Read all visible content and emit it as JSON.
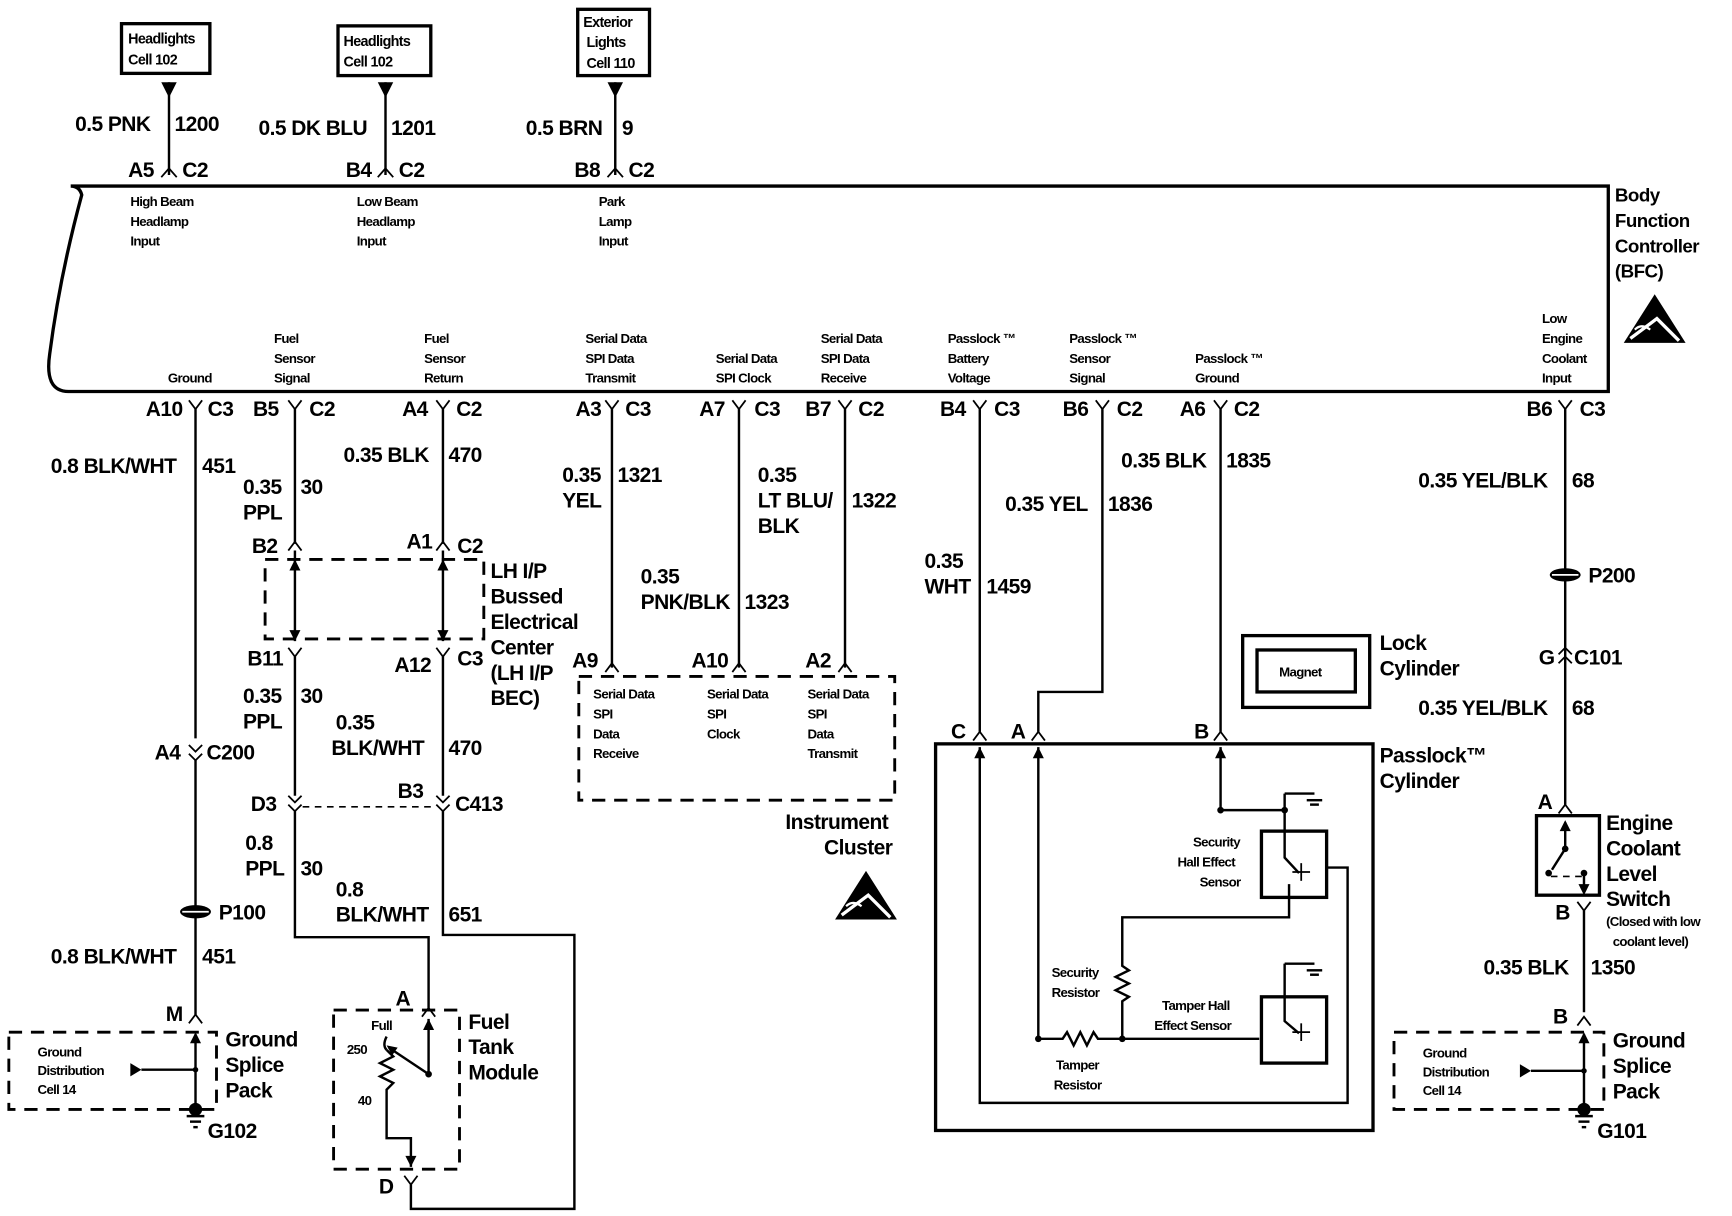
{
  "title": "Body Function Controller wiring schematic",
  "ref_boxes": [
    {
      "line1": "Headlights",
      "line2": "Cell 102"
    },
    {
      "line1": "Headlights",
      "line2": "Cell 102"
    },
    {
      "line1": "Exterior",
      "line2": "Lights",
      "line3": "Cell 110"
    }
  ],
  "top_wires": [
    {
      "gauge_color": "0.5 PNK",
      "circuit": "1200",
      "pin": "A5",
      "conn": "C2",
      "func": [
        "High Beam",
        "Headlamp",
        "Input"
      ]
    },
    {
      "gauge_color": "0.5 DK BLU",
      "circuit": "1201",
      "pin": "B4",
      "conn": "C2",
      "func": [
        "Low Beam",
        "Headlamp",
        "Input"
      ]
    },
    {
      "gauge_color": "0.5 BRN",
      "circuit": "9",
      "pin": "B8",
      "conn": "C2",
      "func": [
        "Park",
        "Lamp",
        "Input"
      ]
    }
  ],
  "bfc": {
    "name": [
      "Body",
      "Function",
      "Controller",
      "(BFC)"
    ],
    "esd_icon": "esd-warning-icon"
  },
  "bottom_pins": [
    {
      "func": [
        "Ground"
      ],
      "pin": "A10",
      "conn": "C3"
    },
    {
      "func": [
        "Fuel",
        "Sensor",
        "Signal"
      ],
      "pin": "B5",
      "conn": "C2"
    },
    {
      "func": [
        "Fuel",
        "Sensor",
        "Return"
      ],
      "pin": "A4",
      "conn": "C2"
    },
    {
      "func": [
        "Serial Data",
        "SPI Data",
        "Transmit"
      ],
      "pin": "A3",
      "conn": "C3"
    },
    {
      "func": [
        "Serial Data",
        "SPI Clock"
      ],
      "pin": "A7",
      "conn": "C3"
    },
    {
      "func": [
        "Serial Data",
        "SPI Data",
        "Receive"
      ],
      "pin": "B7",
      "conn": "C2"
    },
    {
      "func": [
        "Passlock ™",
        "Battery",
        "Voltage"
      ],
      "pin": "B4",
      "conn": "C3"
    },
    {
      "func": [
        "Passlock ™",
        "Sensor",
        "Signal"
      ],
      "pin": "B6",
      "conn": "C2"
    },
    {
      "func": [
        "Passlock ™",
        "Ground"
      ],
      "pin": "A6",
      "conn": "C2"
    },
    {
      "func": [
        "Low",
        "Engine",
        "Coolant",
        "Input"
      ],
      "pin": "B6",
      "conn": "C3"
    }
  ],
  "wires": {
    "w451a": {
      "gauge_color": "0.8 BLK/WHT",
      "circuit": "451"
    },
    "w30a": {
      "gauge": "0.35",
      "color": "PPL",
      "circuit": "30"
    },
    "w470a": {
      "gauge_color": "0.35 BLK",
      "circuit": "470"
    },
    "w1321": {
      "gauge": "0.35",
      "color": "YEL",
      "circuit": "1321"
    },
    "w1323": {
      "gauge": "0.35",
      "color": "PNK/BLK",
      "circuit": "1323"
    },
    "w1322": {
      "gauge": "0.35",
      "color1": "LT BLU/",
      "color2": "BLK",
      "circuit": "1322"
    },
    "w1459": {
      "gauge": "0.35",
      "color": "WHT",
      "circuit": "1459"
    },
    "w1836": {
      "gauge_color": "0.35 YEL",
      "circuit": "1836"
    },
    "w1835": {
      "gauge_color": "0.35 BLK",
      "circuit": "1835"
    },
    "w68a": {
      "gauge_color": "0.35 YEL/BLK",
      "circuit": "68"
    },
    "w68b": {
      "gauge_color": "0.35 YEL/BLK",
      "circuit": "68"
    },
    "w30b": {
      "gauge": "0.35",
      "color": "PPL",
      "circuit": "30"
    },
    "w470b": {
      "gauge": "0.35",
      "color": "BLK/WHT",
      "circuit": "470"
    },
    "w30c": {
      "gauge": "0.8",
      "color": "PPL",
      "circuit": "30"
    },
    "w651": {
      "gauge": "0.8",
      "color": "BLK/WHT",
      "circuit": "651"
    },
    "w451b": {
      "gauge_color": "0.8 BLK/WHT",
      "circuit": "451"
    },
    "w1350": {
      "gauge_color": "0.35 BLK",
      "circuit": "1350"
    }
  },
  "bec": {
    "pins": {
      "b2": "B2",
      "a1": "A1",
      "c2": "C2",
      "b11": "B11",
      "a12": "A12",
      "c3": "C3"
    },
    "name": [
      "LH I/P",
      "Bussed",
      "Electrical",
      "Center",
      "(LH I/P",
      "BEC)"
    ]
  },
  "connectors": {
    "c200": {
      "pin": "A4",
      "conn": "C200"
    },
    "c413": {
      "pin_left": "D3",
      "pin_right": "B3",
      "conn": "C413"
    },
    "p100": "P100",
    "p200": "P200",
    "c101": {
      "pin": "G",
      "conn": "C101"
    }
  },
  "instrument_cluster": {
    "pins": [
      "A9",
      "A10",
      "A2"
    ],
    "funcs": [
      [
        "Serial Data",
        "SPI",
        "Data",
        "Receive"
      ],
      [
        "Serial Data",
        "SPI",
        "Clock"
      ],
      [
        "Serial Data",
        "SPI",
        "Data",
        "Transmit"
      ]
    ],
    "name": [
      "Instrument",
      "Cluster"
    ]
  },
  "ground_splice_left": {
    "pin": "M",
    "dist": [
      "Ground",
      "Distribution",
      "Cell 14"
    ],
    "name": [
      "Ground",
      "Splice",
      "Pack"
    ],
    "ground": "G102"
  },
  "ground_splice_right": {
    "pin": "B",
    "dist": [
      "Ground",
      "Distribution",
      "Cell 14"
    ],
    "name": [
      "Ground",
      "Splice",
      "Pack"
    ],
    "ground": "G101"
  },
  "fuel_tank": {
    "pin_top": "A",
    "pin_bottom": "D",
    "full": "Full",
    "r_high": "250",
    "r_low": "40",
    "name": [
      "Fuel",
      "Tank",
      "Module"
    ]
  },
  "passlock": {
    "pins": [
      "C",
      "A",
      "B"
    ],
    "name": [
      "Passlock™",
      "Cylinder"
    ],
    "security_sensor": [
      "Security",
      "Hall Effect",
      "Sensor"
    ],
    "security_resistor": [
      "Security",
      "Resistor"
    ],
    "tamper_sensor": [
      "Tamper Hall",
      "Effect Sensor"
    ],
    "tamper_resistor": [
      "Tamper",
      "Resistor"
    ]
  },
  "lock_cylinder": {
    "magnet": "Magnet",
    "name": [
      "Lock",
      "Cylinder"
    ]
  },
  "coolant_switch": {
    "pin_top": "A",
    "pin_bottom": "B",
    "name": [
      "Engine",
      "Coolant",
      "Level",
      "Switch"
    ],
    "note": [
      "(Closed with low",
      "coolant level)"
    ]
  }
}
